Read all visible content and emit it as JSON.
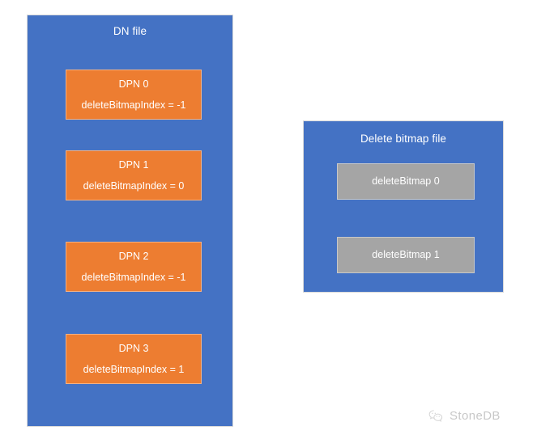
{
  "diagram": {
    "background_color": "#FFFFFF",
    "panels": [
      {
        "id": "dn-file",
        "title": "DN file",
        "color": "#4472C4",
        "blocks": [
          {
            "title": "DPN 0",
            "subtitle": "deleteBitmapIndex = -1",
            "color": "#ED7D31"
          },
          {
            "title": "DPN 1",
            "subtitle": "deleteBitmapIndex = 0",
            "color": "#ED7D31"
          },
          {
            "title": "DPN 2",
            "subtitle": "deleteBitmapIndex = -1",
            "color": "#ED7D31"
          },
          {
            "title": "DPN 3",
            "subtitle": "deleteBitmapIndex = 1",
            "color": "#ED7D31"
          }
        ]
      },
      {
        "id": "delete-bitmap-file",
        "title": "Delete bitmap file",
        "color": "#4472C4",
        "blocks": [
          {
            "title": "deleteBitmap 0",
            "color": "#A5A5A5"
          },
          {
            "title": "deleteBitmap 1",
            "color": "#A5A5A5"
          }
        ]
      }
    ]
  },
  "watermark": {
    "text": "StoneDB",
    "icon": "wechat-icon",
    "color": "#595959"
  }
}
